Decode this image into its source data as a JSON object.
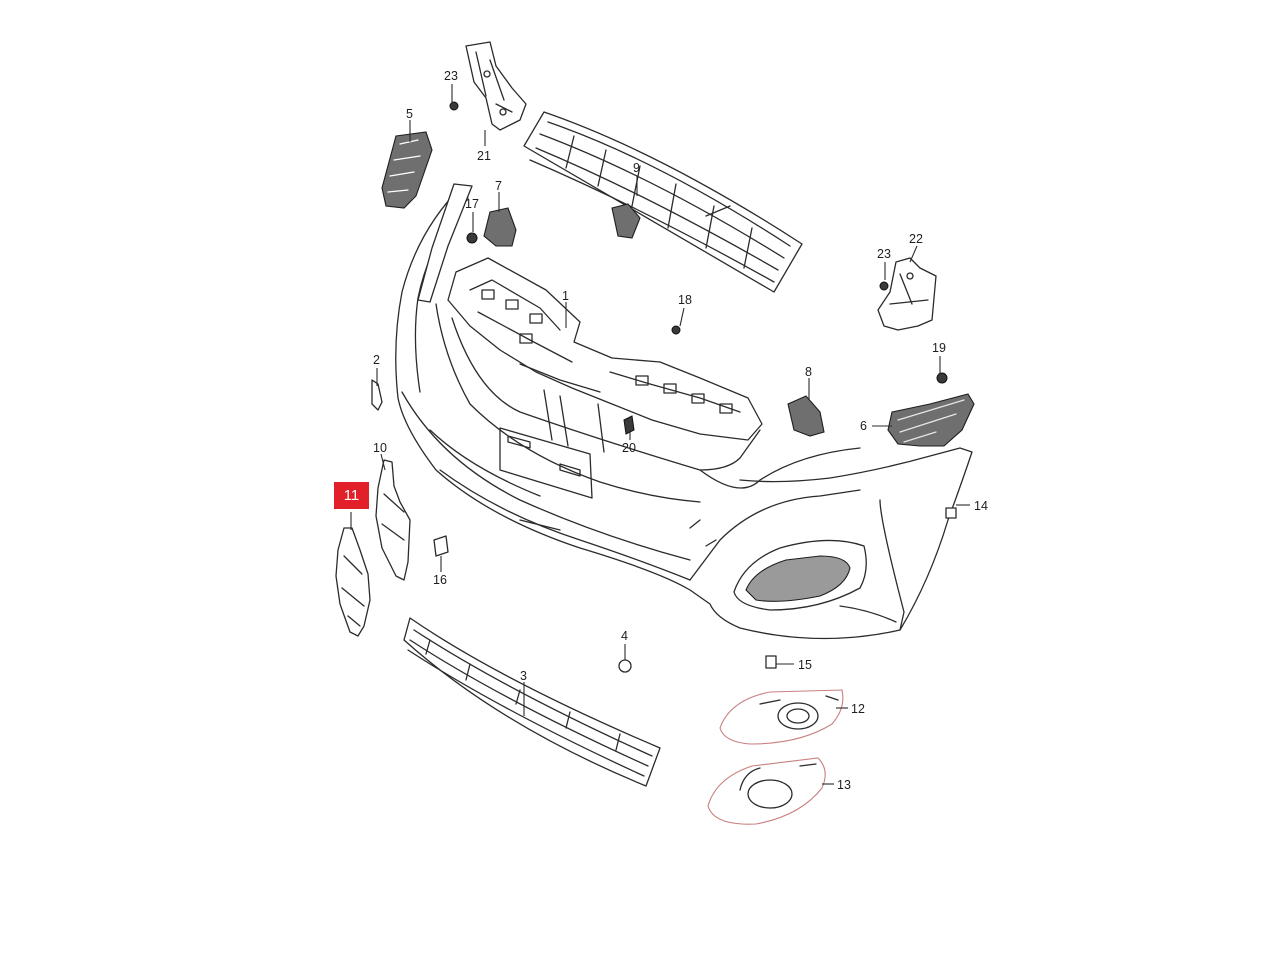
{
  "diagram": {
    "highlight": {
      "label": "11",
      "color": "#e2202a"
    },
    "callouts": [
      "1",
      "2",
      "3",
      "4",
      "5",
      "6",
      "7",
      "8",
      "9",
      "10",
      "12",
      "13",
      "14",
      "15",
      "16",
      "17",
      "18",
      "19",
      "20",
      "21",
      "22",
      "23",
      "23"
    ]
  }
}
